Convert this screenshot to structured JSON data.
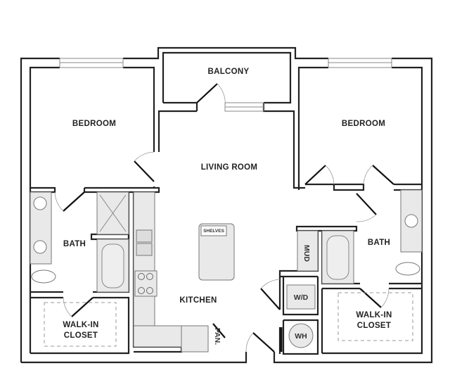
{
  "plan": {
    "rooms": {
      "balcony": "BALCONY",
      "bedroom_left": "BEDROOM",
      "bedroom_right": "BEDROOM",
      "living_room": "LIVING ROOM",
      "bath_left": "BATH",
      "bath_right": "BATH",
      "kitchen": "KITCHEN",
      "closet_left_line1": "WALK-IN",
      "closet_left_line2": "CLOSET",
      "closet_right_line1": "WALK-IN",
      "closet_right_line2": "CLOSET"
    },
    "fixtures": {
      "mud": "MUD",
      "washer_dryer": "W/D",
      "water_heater": "WH",
      "shelves": "SHELVES",
      "pantry": "PAN."
    }
  }
}
